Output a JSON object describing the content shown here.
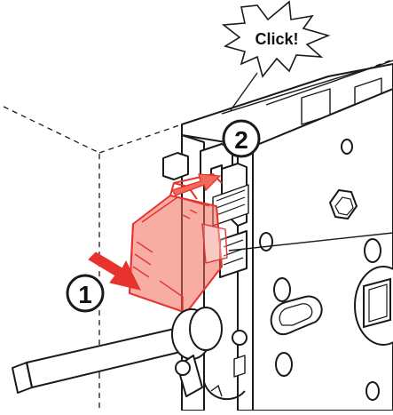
{
  "callout": {
    "text": "Click!"
  },
  "steps": [
    {
      "number": "1"
    },
    {
      "number": "2"
    }
  ],
  "colors": {
    "line": "#1a1a1a",
    "highlight": "#e8322e",
    "highlight_fill": "#f26a5a",
    "background": "#ffffff",
    "shade": "#d9d9d9"
  }
}
